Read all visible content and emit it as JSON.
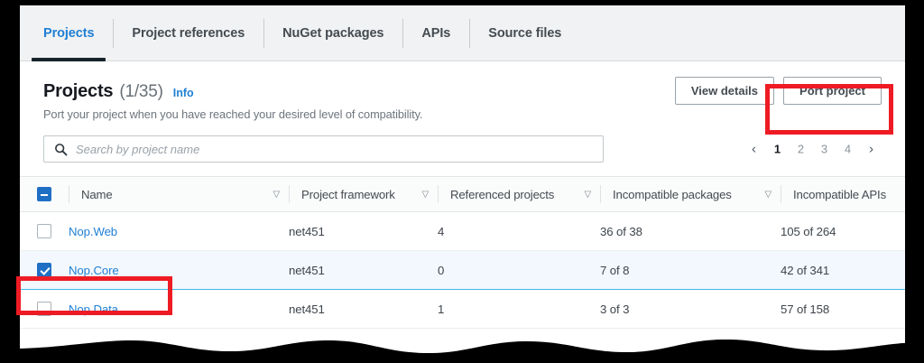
{
  "tabs": [
    {
      "label": "Projects",
      "active": true
    },
    {
      "label": "Project references",
      "active": false
    },
    {
      "label": "NuGet packages",
      "active": false
    },
    {
      "label": "APIs",
      "active": false
    },
    {
      "label": "Source files",
      "active": false
    }
  ],
  "panel": {
    "title": "Projects",
    "count": "(1/35)",
    "info_link": "Info",
    "subtitle": "Port your project when you have reached your desired level of compatibility."
  },
  "actions": {
    "view_details": "View details",
    "port_project": "Port project"
  },
  "search": {
    "placeholder": "Search by project name",
    "value": "",
    "icon": "search-icon"
  },
  "pagination": {
    "prev": "‹",
    "next": "›",
    "pages": [
      "1",
      "2",
      "3",
      "4"
    ],
    "current": "1"
  },
  "table": {
    "select_all_state": "indeterminate",
    "sort_glyph": "▽",
    "columns": [
      {
        "label": "Name",
        "sortable": true
      },
      {
        "label": "Project framework",
        "sortable": true
      },
      {
        "label": "Referenced projects",
        "sortable": true
      },
      {
        "label": "Incompatible packages",
        "sortable": true
      },
      {
        "label": "Incompatible APIs",
        "sortable": false
      }
    ],
    "rows": [
      {
        "checked": false,
        "selected": false,
        "name": "Nop.Web",
        "framework": "net451",
        "referenced": "4",
        "packages": "36 of 38",
        "apis": "105 of 264"
      },
      {
        "checked": true,
        "selected": true,
        "name": "Nop.Core",
        "framework": "net451",
        "referenced": "0",
        "packages": "7 of 8",
        "apis": "42 of 341"
      },
      {
        "checked": false,
        "selected": false,
        "name": "Nop.Data",
        "framework": "net451",
        "referenced": "1",
        "packages": "3 of 3",
        "apis": "57 of 158"
      }
    ]
  },
  "annotations": {
    "highlight_port_project": "port-project-highlight",
    "highlight_selected_row": "selected-row-highlight",
    "color": "#EE1B24"
  },
  "colors": {
    "accent_link": "#1F7FD4",
    "checkbox_blue": "#1F6FC4",
    "selected_row_bg": "#F2F8FD",
    "selected_row_border": "#44B9E6",
    "annotation_red": "#EE1B24"
  }
}
